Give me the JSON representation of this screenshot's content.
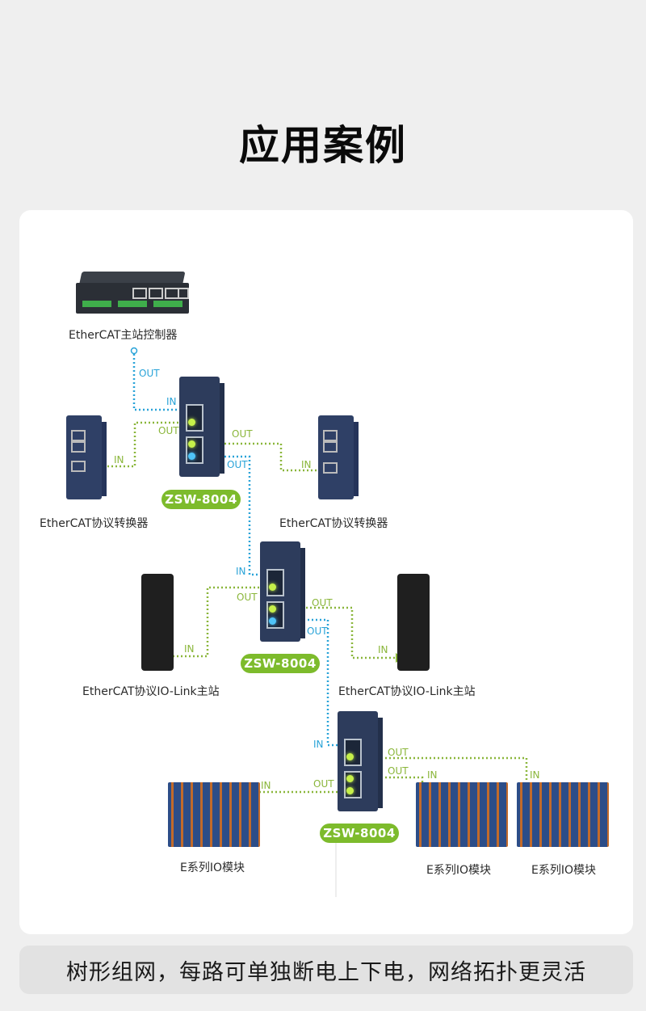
{
  "page": {
    "title": "应用案例",
    "caption": "树形组网，每路可单独断电上下电，网络拓扑更灵活"
  },
  "colors": {
    "link_blue": "#29a3d8",
    "link_green": "#8ab63a",
    "model_pill": "#7dbb2c"
  },
  "diagram": {
    "controller": {
      "label": "EtherCAT主站控制器"
    },
    "switches": [
      {
        "model": "ZSW-8004"
      },
      {
        "model": "ZSW-8004"
      },
      {
        "model": "ZSW-8004"
      }
    ],
    "converters": [
      {
        "label": "EtherCAT协议转换器"
      },
      {
        "label": "EtherCAT协议转换器"
      }
    ],
    "iolink_masters": [
      {
        "label": "EtherCAT协议IO-Link主站"
      },
      {
        "label": "EtherCAT协议IO-Link主站"
      }
    ],
    "io_modules": [
      {
        "label": "E系列IO模块"
      },
      {
        "label": "E系列IO模块"
      },
      {
        "label": "E系列IO模块"
      }
    ],
    "port_labels": {
      "in": "IN",
      "out": "OUT"
    }
  }
}
